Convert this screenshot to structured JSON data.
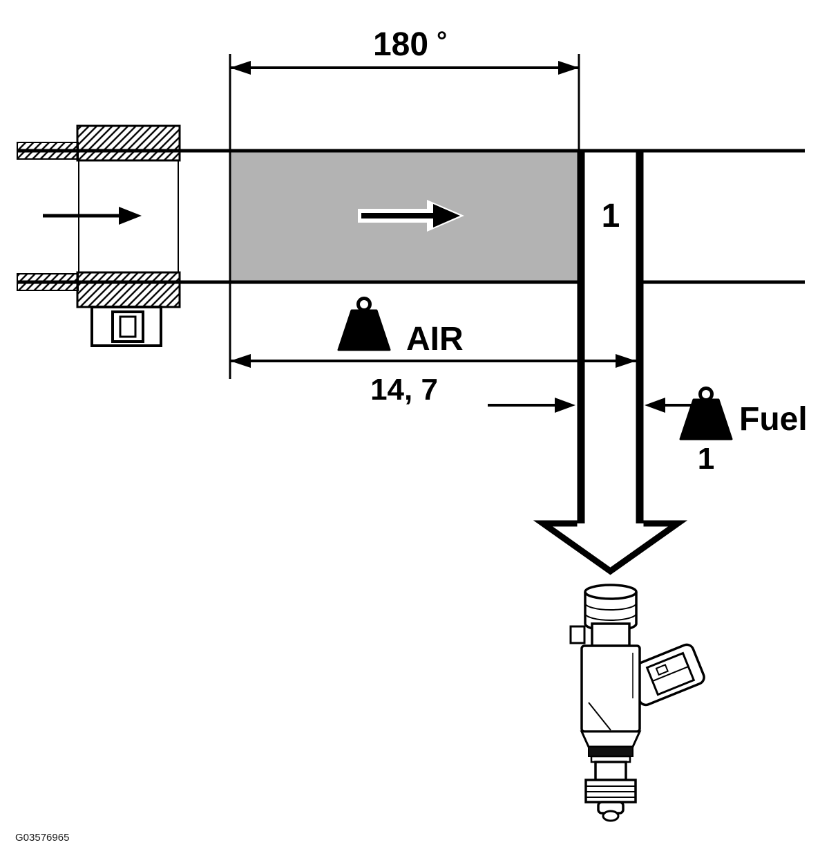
{
  "figure": {
    "caption": "G03576965",
    "dimension": {
      "angle_value": "180",
      "degree_symbol": "°"
    },
    "duct": {
      "air_parts": "1"
    },
    "air": {
      "label": "AIR",
      "mass_value": "14, 7",
      "icon": "weight-icon"
    },
    "fuel": {
      "label": "Fuel",
      "parts": "1",
      "icon": "weight-icon"
    },
    "colors": {
      "duct_fill": "#b3b3b3",
      "line": "#000000",
      "background": "#ffffff",
      "band": "#111111"
    }
  }
}
